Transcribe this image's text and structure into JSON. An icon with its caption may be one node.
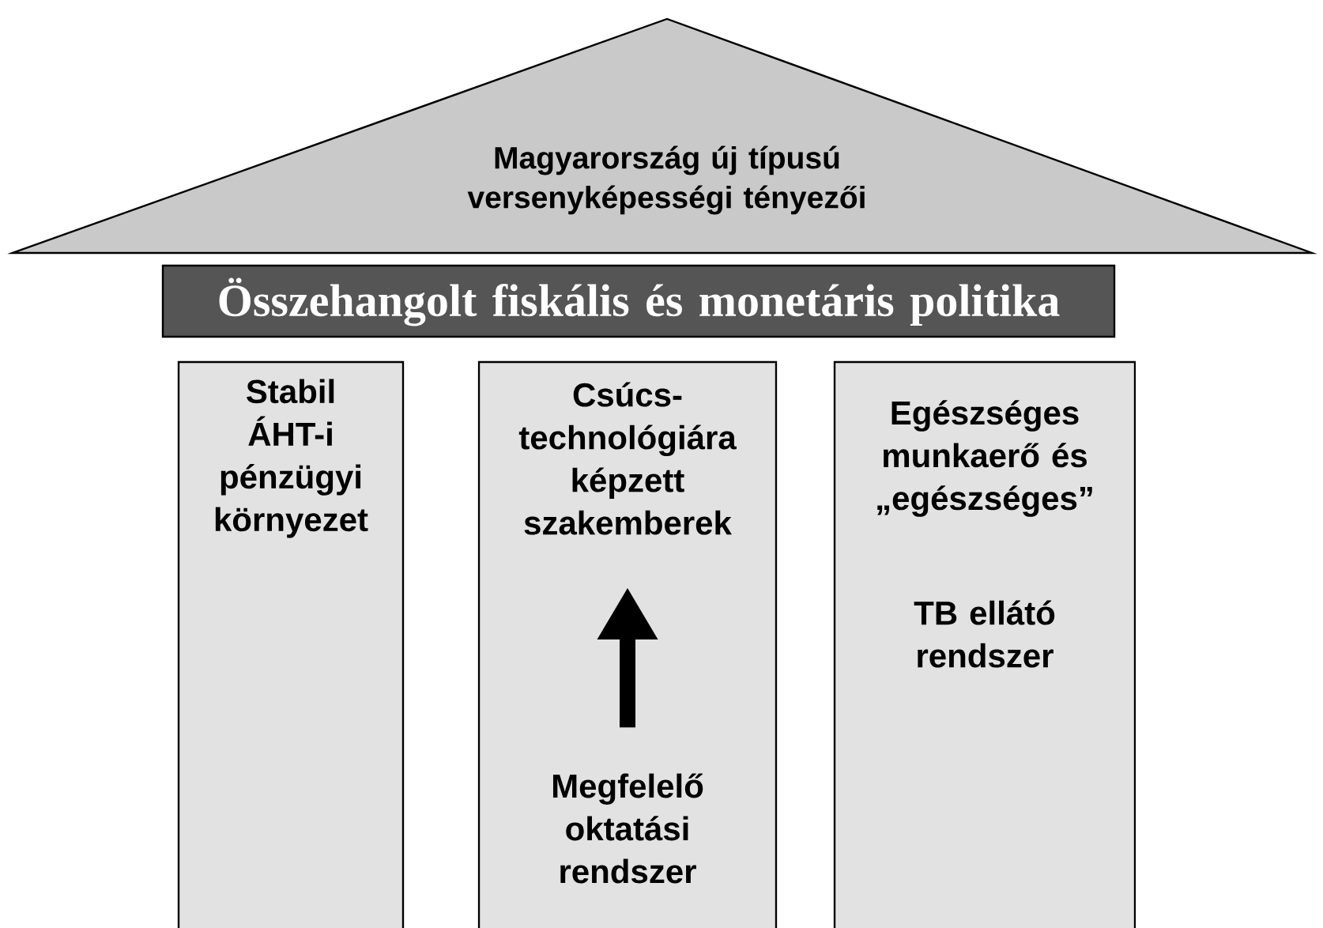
{
  "diagram": {
    "nodes": [
      {
        "text": [
          "Magyarország új típusú versenyképességi tényezői"
        ]
      },
      {
        "text": [
          "Összehangolt fiskális és monetáris politika"
        ]
      },
      {
        "text": [
          "Stabil ÁHT-i pénzügyi környezet"
        ]
      },
      {
        "text": [],
        "shape": "box"
      },
      {
        "text": [
          "Csúcs-technológiára képzett szakemberek"
        ],
        "in": 3
      },
      {
        "text": [
          "Megfelelő oktatási rendszer"
        ],
        "in": 3
      },
      {
        "text": [
          "Egészséges munkaerő és „egészséges”",
          "TB ellátó rendszer"
        ]
      }
    ],
    "edges": [
      {
        "from": 5,
        "to": 4,
        "arrow": "to"
      }
    ]
  }
}
